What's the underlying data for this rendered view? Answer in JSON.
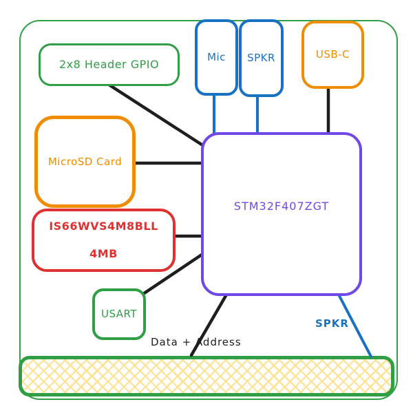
{
  "palette": {
    "green": "#2f9e44",
    "orange": "#f08c00",
    "blue": "#1971c2",
    "red": "#e03131",
    "purple": "#7048e8",
    "black": "#1e1e1e",
    "hatch_yellow": "#ffe193"
  },
  "nodes": {
    "gpio": {
      "label": "2x8 Header GPIO"
    },
    "mic": {
      "label": "Mic"
    },
    "spkr_top": {
      "label": "SPKR"
    },
    "usbc": {
      "label": "USB-C"
    },
    "microsd": {
      "label": "MicroSD Card"
    },
    "sram": {
      "line1": "IS66WVS4M8BLL",
      "line2": "4MB"
    },
    "usart": {
      "label": "USART"
    },
    "mcu": {
      "label": "STM32F407ZGT"
    }
  },
  "edge_labels": {
    "data_address": "Data + Address",
    "spkr_bottom": "SPKR"
  },
  "connections": [
    {
      "from": "2x8 Header GPIO",
      "to": "STM32F407ZGT",
      "color": "#1e1e1e"
    },
    {
      "from": "MicroSD Card",
      "to": "STM32F407ZGT",
      "color": "#1e1e1e"
    },
    {
      "from": "IS66WVS4M8BLL 4MB",
      "to": "STM32F407ZGT",
      "color": "#1e1e1e"
    },
    {
      "from": "USART",
      "to": "STM32F407ZGT",
      "color": "#1e1e1e"
    },
    {
      "from": "Mic",
      "to": "STM32F407ZGT",
      "color": "#1971c2"
    },
    {
      "from": "SPKR",
      "to": "STM32F407ZGT",
      "color": "#1971c2"
    },
    {
      "from": "USB-C",
      "to": "STM32F407ZGT",
      "color": "#1e1e1e"
    },
    {
      "from": "STM32F407ZGT",
      "to": "bus-bar",
      "label": "Data + Address",
      "color": "#1e1e1e"
    },
    {
      "from": "STM32F407ZGT",
      "to": "bus-bar",
      "label": "SPKR",
      "color": "#1971c2"
    }
  ]
}
